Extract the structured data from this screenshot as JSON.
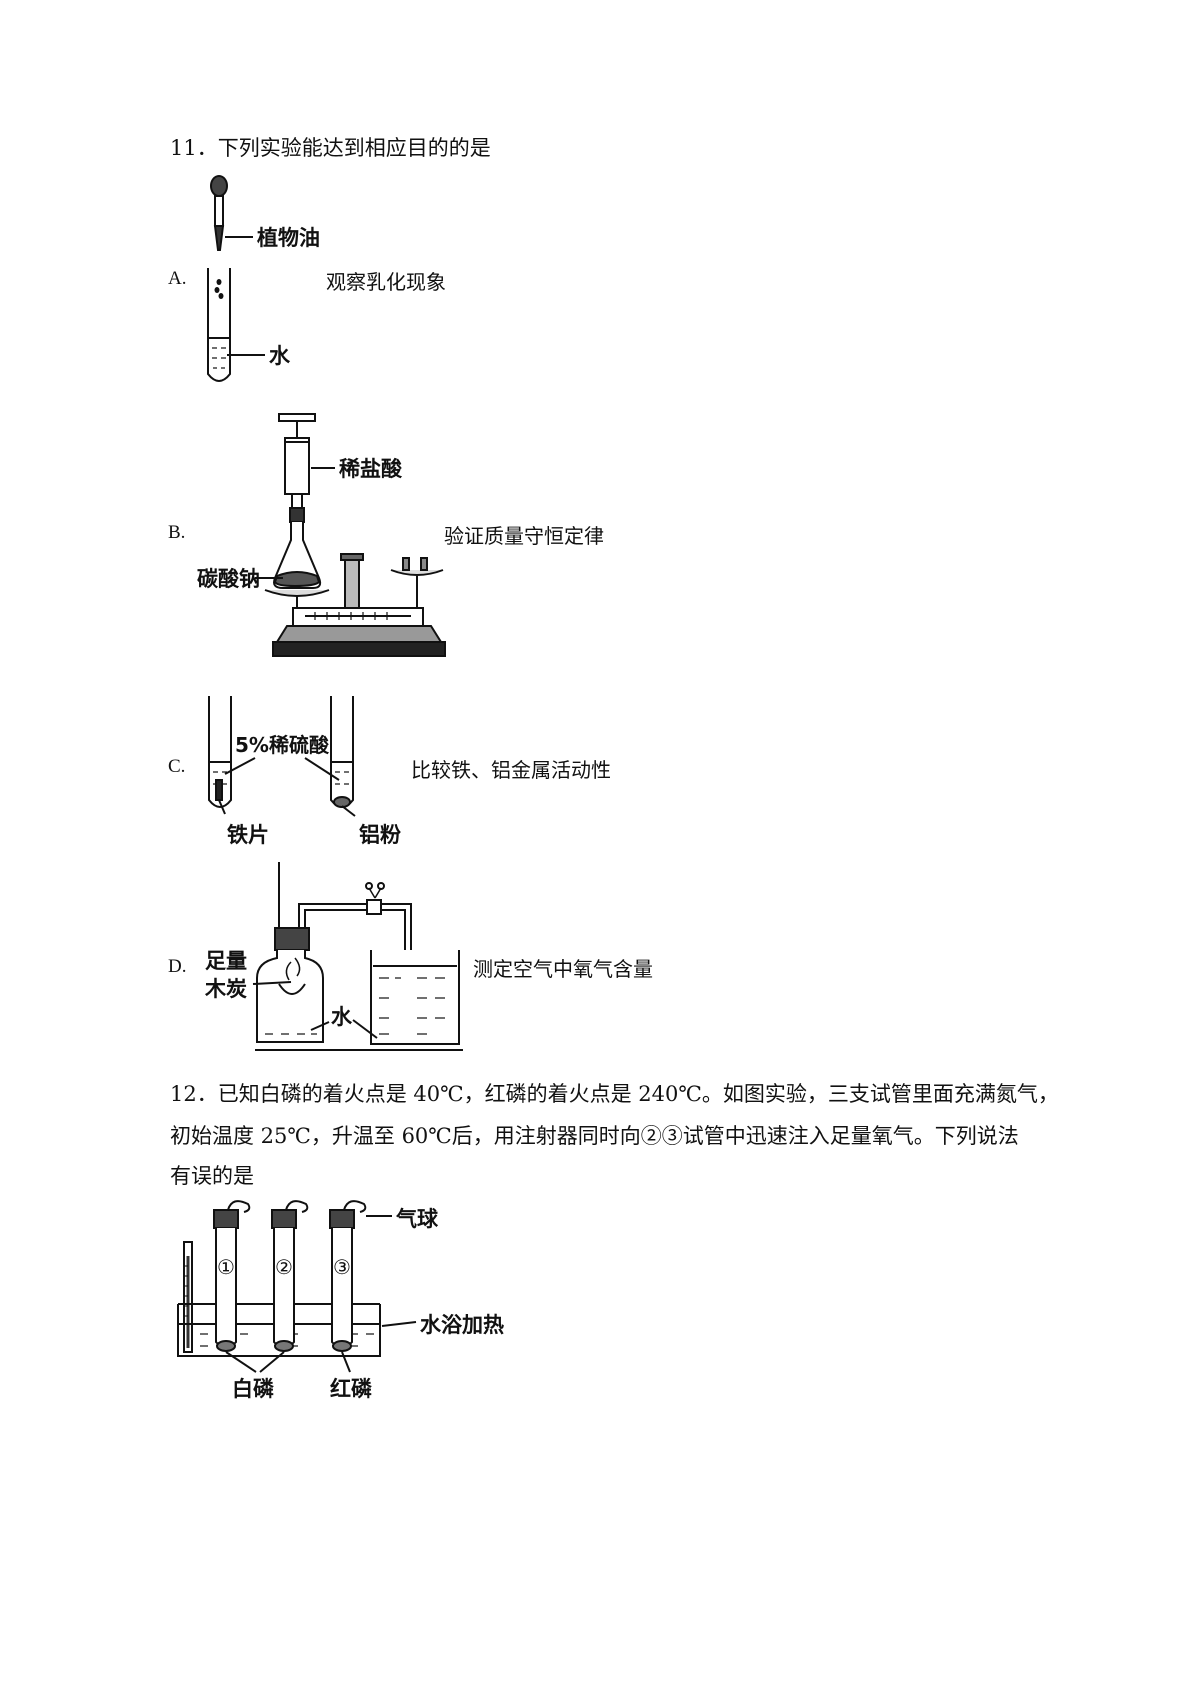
{
  "q11": {
    "stem": "11．下列实验能达到相应目的的是",
    "options": [
      {
        "letter": "A.",
        "caption": "观察乳化现象",
        "labels": {
          "top": "植物油",
          "bottom": "水"
        }
      },
      {
        "letter": "B.",
        "caption": "验证质量守恒定律",
        "labels": {
          "syringe": "稀盐酸",
          "flask": "碳酸钠"
        }
      },
      {
        "letter": "C.",
        "caption": "比较铁、铝金属活动性",
        "labels": {
          "acid": "5%稀硫酸",
          "left": "铁片",
          "right": "铝粉"
        }
      },
      {
        "letter": "D.",
        "caption": "测定空气中氧气含量",
        "labels": {
          "charcoal_1": "足量",
          "charcoal_2": "木炭",
          "water": "水"
        }
      }
    ]
  },
  "q12": {
    "stem_lines": [
      "12．已知白磷的着火点是 40℃，红磷的着火点是 240℃。如图实验，三支试管里面充满氮气，",
      "初始温度 25℃，升温至 60℃后，用注射器同时向②③试管中迅速注入足量氧气。下列说法",
      "有误的是"
    ],
    "figure": {
      "balloon": "气球",
      "bath": "水浴加热",
      "white_p": "白磷",
      "red_p": "红磷",
      "tubes": [
        "①",
        "②",
        "③"
      ]
    }
  }
}
